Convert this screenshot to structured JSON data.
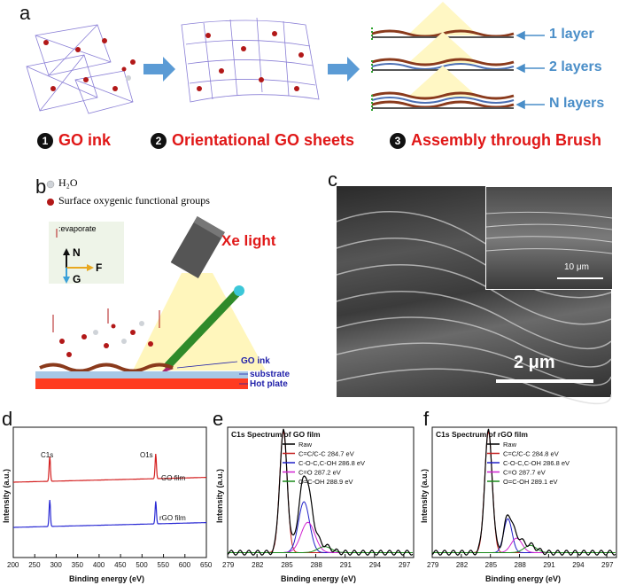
{
  "panel_a": {
    "letter": "a",
    "steps": [
      {
        "num": "1",
        "label": "GO ink"
      },
      {
        "num": "2",
        "label": "Orientational GO sheets"
      },
      {
        "num": "3",
        "label": "Assembly through Brush"
      }
    ],
    "layers": [
      "1 layer",
      "2 layers",
      "N layers"
    ]
  },
  "panel_b": {
    "letter": "b",
    "legend": {
      "water": "H₂O",
      "groups": "Surface oxygenic functional groups"
    },
    "evaporate": ":evaporate",
    "axes": {
      "n": "N",
      "f": "F",
      "g": "G"
    },
    "xe_light": "Xe light",
    "labels": {
      "go_ink": "GO ink",
      "substrate": "substrate",
      "hot_plate": "Hot plate"
    },
    "colors": {
      "hot_plate": "#ff3b1f",
      "substrate": "#a7c8e6",
      "rod": "#2f8a2a"
    }
  },
  "panel_c": {
    "letter": "c",
    "scale_main": "2 μm",
    "scale_inset": "10 μm"
  },
  "panel_d": {
    "letter": "d",
    "peaks": [
      "C1s",
      "O1s"
    ],
    "films": [
      "GO film",
      "rGO film"
    ],
    "xlabel": "Binding energy (eV)",
    "ylabel": "Intensity (a.u.)",
    "ticks": [
      "200",
      "250",
      "300",
      "350",
      "400",
      "450",
      "500",
      "550",
      "600",
      "650"
    ]
  },
  "panel_e": {
    "letter": "e",
    "title": "C1s Spectrum of GO film",
    "legend": [
      "Raw",
      "C=C/C-C 284.7 eV",
      "C-O-C,C-OH 286.8 eV",
      "C=O 287.2 eV",
      "O=C-OH 288.9 eV"
    ],
    "xlabel": "Binding energy (eV)",
    "ylabel": "Intensity (a.u.)",
    "ticks": [
      "279",
      "282",
      "285",
      "288",
      "291",
      "294",
      "297"
    ]
  },
  "panel_f": {
    "letter": "f",
    "title": "C1s Spectrum of rGO film",
    "legend": [
      "Raw",
      "C=C/C-C 284.8 eV",
      "C-O-C,C-OH 286.8 eV",
      "C=O 287.7 eV",
      "O=C-OH 289.1 eV"
    ],
    "xlabel": "Binding energy (eV)",
    "ylabel": "Intensity (a.u.)",
    "ticks": [
      "279",
      "282",
      "285",
      "288",
      "291",
      "294",
      "297"
    ]
  },
  "chart_data": [
    {
      "type": "line",
      "panel": "d",
      "xlabel": "Binding energy (eV)",
      "ylabel": "Intensity (a.u.)",
      "xlim": [
        200,
        650
      ],
      "series": [
        {
          "name": "GO film",
          "color": "#d42020",
          "peaks": [
            [
              285,
              1.0
            ],
            [
              532,
              1.0
            ]
          ]
        },
        {
          "name": "rGO film",
          "color": "#2a2ad4",
          "peaks": [
            [
              285,
              1.0
            ],
            [
              532,
              0.85
            ]
          ]
        }
      ]
    },
    {
      "type": "line",
      "panel": "e",
      "title": "C1s Spectrum of GO film",
      "xlabel": "Binding energy (eV)",
      "ylabel": "Intensity (a.u.)",
      "xlim": [
        279,
        298
      ],
      "series": [
        {
          "name": "Raw",
          "color": "#000000",
          "center": null
        },
        {
          "name": "C=C/C-C 284.7 eV",
          "color": "#c41e1e",
          "center": 284.7,
          "height": 1.0,
          "width": 0.55
        },
        {
          "name": "C-O-C,C-OH 286.8 eV",
          "color": "#2020c8",
          "center": 286.8,
          "height": 0.42,
          "width": 0.8
        },
        {
          "name": "C=O 287.2 eV",
          "color": "#d020d0",
          "center": 287.2,
          "height": 0.25,
          "width": 1.0
        },
        {
          "name": "O=C-OH 288.9 eV",
          "color": "#1a8a1a",
          "center": 288.9,
          "height": 0.05,
          "width": 1.0
        }
      ]
    },
    {
      "type": "line",
      "panel": "f",
      "title": "C1s Spectrum of rGO film",
      "xlabel": "Binding energy (eV)",
      "ylabel": "Intensity (a.u.)",
      "xlim": [
        279,
        298
      ],
      "series": [
        {
          "name": "Raw",
          "color": "#000000",
          "center": null
        },
        {
          "name": "C=C/C-C 284.8 eV",
          "color": "#c41e1e",
          "center": 284.8,
          "height": 1.0,
          "width": 0.55
        },
        {
          "name": "C-O-C,C-OH 286.8 eV",
          "color": "#2020c8",
          "center": 286.8,
          "height": 0.28,
          "width": 0.6
        },
        {
          "name": "C=O 287.7 eV",
          "color": "#d020d0",
          "center": 287.7,
          "height": 0.12,
          "width": 0.8
        },
        {
          "name": "O=C-OH 289.1 eV",
          "color": "#1a8a1a",
          "center": 289.1,
          "height": 0.06,
          "width": 0.9
        }
      ]
    }
  ]
}
